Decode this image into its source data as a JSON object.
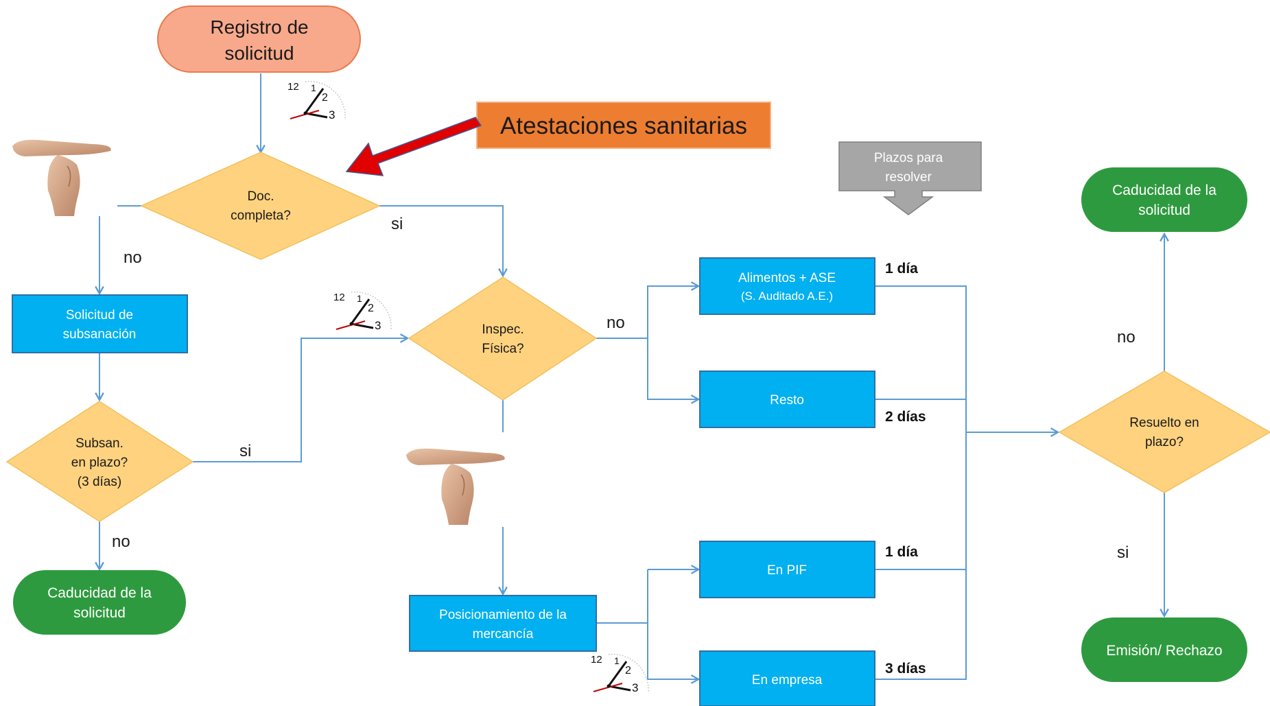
{
  "nodes": {
    "start": {
      "line1": "Registro de",
      "line2": "solicitud"
    },
    "doc_completa": {
      "line1": "Doc.",
      "line2": "completa?"
    },
    "solicitud_subsanacion": {
      "line1": "Solicitud de",
      "line2": "subsanación"
    },
    "subsan_plazo": {
      "line1": "Subsan.",
      "line2": "en plazo?",
      "line3": "(3 días)"
    },
    "caducidad_left": {
      "line1": "Caducidad de la",
      "line2": "solicitud"
    },
    "inspec_fisica": {
      "line1": "Inspec.",
      "line2": "Física?"
    },
    "posicionamiento": {
      "line1": "Posicionamiento de la",
      "line2": "mercancía"
    },
    "alimentos_ase": {
      "line1": "Alimentos + ASE",
      "line2": "(S. Auditado A.E.)"
    },
    "resto": {
      "line1": "Resto"
    },
    "en_pif": {
      "line1": "En PIF"
    },
    "en_empresa": {
      "line1": "En empresa"
    },
    "resuelto_plazo": {
      "line1": "Resuelto en",
      "line2": "plazo?"
    },
    "caducidad_right": {
      "line1": "Caducidad de la",
      "line2": "solicitud"
    },
    "emision_rechazo": {
      "line1": "Emisión/ Rechazo"
    }
  },
  "callouts": {
    "atestaciones": "Atestaciones sanitarias",
    "plazos": {
      "line1": "Plazos para",
      "line2": "resolver"
    }
  },
  "edge_labels": {
    "doc_no": "no",
    "doc_si": "si",
    "subsan_si": "si",
    "subsan_no": "no",
    "inspec_no": "no",
    "resuelto_no": "no",
    "resuelto_si": "si"
  },
  "deadlines": {
    "alimentos": "1 día",
    "resto": "2 días",
    "pif": "1 día",
    "empresa": "3 días"
  },
  "icons": [
    "clock-icon",
    "stop-hand-icon",
    "red-arrow-icon"
  ],
  "colors": {
    "start_fill": "#F8A98C",
    "diamond_fill": "#FFD27F",
    "process_fill": "#00B0F0",
    "terminal_fill": "#2E9A3F",
    "callout_fill": "#ED7D31",
    "plazos_fill": "#A6A6A6",
    "connector": "#5B9BD5",
    "red_arrow": "#E00000"
  }
}
